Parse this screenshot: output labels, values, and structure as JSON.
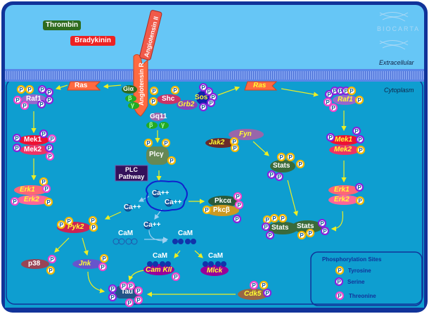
{
  "brand": {
    "name": "BIOCARTA"
  },
  "regions": {
    "extracellular": "Extracellular",
    "cytoplasm": "Cytoplasm"
  },
  "ligands": [
    {
      "id": "thrombin",
      "label": "Thrombin",
      "color": "#2e6b1e"
    },
    {
      "id": "bradykinin",
      "label": "Bradykinin",
      "color": "#ee2222"
    },
    {
      "id": "angiotensin-ii",
      "label": "Angiotensin II",
      "color": "#f05a4a"
    }
  ],
  "receptor": {
    "label": "Angiotensin R",
    "color": "#ff6a40"
  },
  "molecules": {
    "ras_left": "Ras",
    "ras_right": "Ras",
    "gi_alpha": "Giα",
    "beta": "β",
    "gamma": "γ",
    "shc": "Shc",
    "grb2": "Grb2",
    "sos": "Sos",
    "gq11": "Gq11",
    "plc_gamma": "Plcγ",
    "plc_pathway": "PLC Pathway",
    "raf1_left": "Raf1",
    "raf1_right": "Raf1",
    "mek1_left": "Mek1",
    "mek2_left": "Mek2",
    "mek1_right": "Mek1",
    "mek2_right": "Mek2",
    "erk1_left": "Erk1",
    "erk2_left": "Erk2",
    "erk1_right": "Erk1",
    "erk2_right": "Erk2",
    "jak2": "Jak2",
    "fyn": "Fyn",
    "stats_top": "Stats",
    "stats_a": "Stats",
    "stats_b": "Stats",
    "ca1": "Ca++",
    "ca2": "Ca++",
    "ca3": "Ca++",
    "ca4": "Ca++",
    "pkc_alpha": "Pkcα",
    "pkc_beta": "Pkcβ",
    "pyk2": "Pyk2",
    "p38": "p38",
    "jnk": "Jnk",
    "cam1": "CaM",
    "cam2": "CaM",
    "cam3": "CaM",
    "cam4": "CaM",
    "camkii": "Cam KII",
    "mlck": "Mlck",
    "tau": "Tau",
    "cdk5": "Cdk5"
  },
  "legend": {
    "title": "Phosphorylation Sites",
    "items": [
      {
        "label": "Tyrosine",
        "color": "#f5b800"
      },
      {
        "label": "Serine",
        "color": "#8822dd"
      },
      {
        "label": "Threonine",
        "color": "#ee44cc"
      }
    ],
    "glyph": "P"
  },
  "colors": {
    "extracellular_bg": "#66c6f6",
    "cytoplasm_bg": "#0e9ed0",
    "border": "#113399",
    "membrane": "#5a86e8",
    "arrow": "#eeee22"
  }
}
